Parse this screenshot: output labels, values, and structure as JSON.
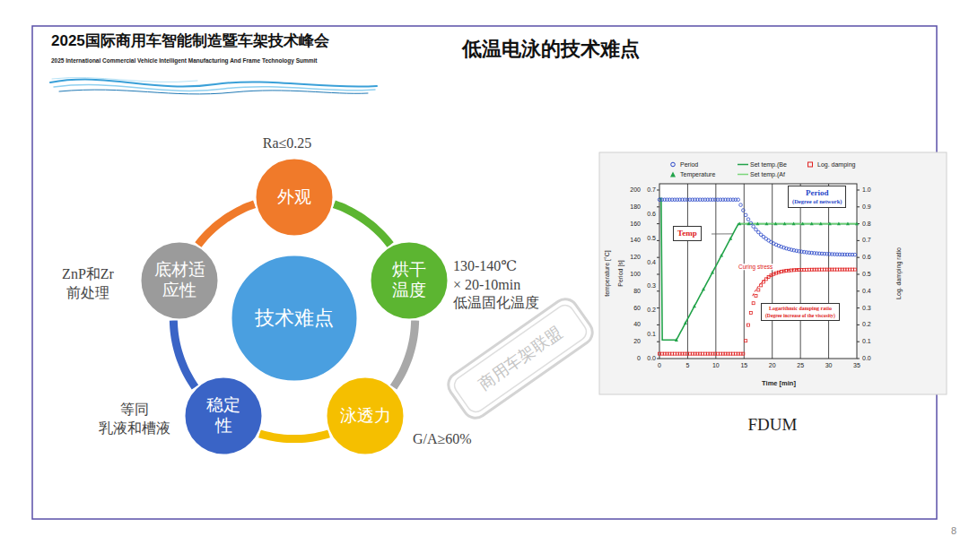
{
  "diagram": {
    "title": "低温电泳的技术难点",
    "caption": "FDUM",
    "nodes": [
      {
        "text": [
          "外观"
        ]
      },
      {
        "text": [
          "底材适应性"
        ]
      },
      {
        "text": [
          "技术难点"
        ]
      },
      {
        "text": [
          "烘干温度"
        ]
      },
      {
        "text": [
          "稳定性"
        ]
      },
      {
        "text": [
          "泳透力"
        ]
      },
      {
        "text": [
          "Period",
          "(Degree of network)"
        ]
      },
      {
        "text": [
          "Temp"
        ]
      },
      {
        "text": [
          "Logarithmic damping ratio",
          "(Degree increase of the viscosity)"
        ]
      }
    ],
    "edges": [
      {
        "from": 1,
        "to": 0,
        "arrow": "none"
      },
      {
        "from": 0,
        "to": 3,
        "arrow": "none"
      },
      {
        "from": 3,
        "to": 5,
        "arrow": "none"
      },
      {
        "from": 5,
        "to": 4,
        "arrow": "none"
      },
      {
        "from": 4,
        "to": 1,
        "arrow": "none"
      }
    ],
    "labels": [
      "2025国际商用车智能制造暨车架技术峰会",
      "2025 International Commercial Vehicle Intelligent Manufacturing And Frame Technology Summit",
      "Ra≤0.25",
      "130-140℃",
      "× 20-10min",
      "低温固化温度",
      "G/A≥60%",
      "等同",
      "乳液和槽液",
      "ZnP和Zr",
      "前处理",
      "商用车架联盟",
      "8",
      "temperature [°C]",
      "Period [s]",
      "Log. damping ratio",
      "Time [min]",
      "Curing stress",
      "0",
      "20",
      "40",
      "60",
      "80",
      "100",
      "120",
      "140",
      "160",
      "180",
      "200",
      "0.0",
      "0.1",
      "0.2",
      "0.3",
      "0.4",
      "0.5",
      "0.6",
      "0.7",
      "0.0",
      "0.1",
      "0.2",
      "0.3",
      "0.4",
      "0.5",
      "0.6",
      "0.7",
      "0.8",
      "0.9",
      "1.0",
      "0",
      "5",
      "10",
      "15",
      "20",
      "25",
      "30",
      "35"
    ],
    "legend": [
      {
        "text": "Period"
      },
      {
        "text": "Set temp.(Be"
      },
      {
        "text": "Log. damping"
      },
      {
        "text": "Temperature"
      },
      {
        "text": "Set temp.(Af"
      }
    ]
  }
}
